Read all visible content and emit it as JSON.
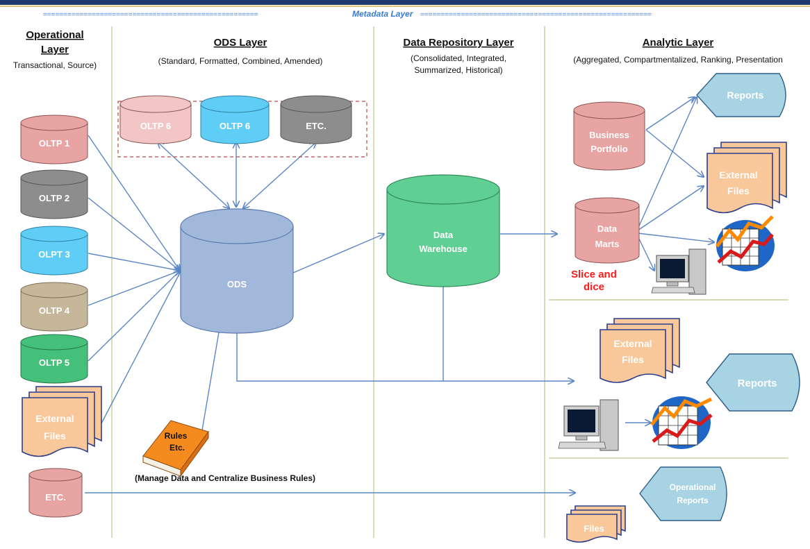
{
  "metadata_layer": {
    "label": "Metadata Layer",
    "dashes_left": "=====================================================",
    "dashes_right": "========================================================="
  },
  "columns": {
    "operational": {
      "title_line1": "Operational",
      "title_line2": "Layer",
      "subtitle": "Transactional, Source)"
    },
    "ods": {
      "title": "ODS Layer",
      "subtitle": "(Standard, Formatted, Combined, Amended)"
    },
    "repository": {
      "title": "Data Repository Layer",
      "subtitle_line1": "(Consolidated, Integrated,",
      "subtitle_line2": "Summarized, Historical)"
    },
    "analytic": {
      "title": "Analytic Layer",
      "subtitle": "(Aggregated, Compartmentalized, Ranking, Presentation"
    }
  },
  "sources": [
    {
      "label": "OLTP 1",
      "color": "#e8a3a3"
    },
    {
      "label": "OLTP 2",
      "color": "#8d8d8d"
    },
    {
      "label": "OLPT 3",
      "color": "#5fcdf5"
    },
    {
      "label": "OLTP 4",
      "color": "#c7b79a"
    },
    {
      "label": "OLTP 5",
      "color": "#45c07a"
    }
  ],
  "source_files": {
    "line1": "External",
    "line2": "Files"
  },
  "source_etc": {
    "label": "ETC."
  },
  "ods_group": [
    {
      "label": "OLTP 6",
      "color": "#f2c6c6"
    },
    {
      "label": "OLTP 6",
      "color": "#5fcdf5"
    },
    {
      "label": "ETC.",
      "color": "#8d8d8d"
    }
  ],
  "ods": {
    "label": "ODS"
  },
  "rules_book": {
    "line1": "Rules",
    "line2": "Etc."
  },
  "rules_caption": "(Manage Data and Centralize Business Rules)",
  "warehouse": {
    "line1": "Data",
    "line2": "Warehouse"
  },
  "analytic": {
    "portfolio": {
      "line1": "Business",
      "line2": "Portfolio"
    },
    "marts": {
      "line1": "Data",
      "line2": "Marts"
    },
    "slice": {
      "line1": "Slice and",
      "line2": "dice"
    },
    "reports_top": "Reports",
    "files_top": {
      "line1": "External",
      "line2": "Files"
    },
    "files_mid": {
      "line1": "External",
      "line2": "Files"
    },
    "reports_mid": "Reports",
    "op_reports": {
      "line1": "Operational",
      "line2": "Reports"
    },
    "files_bottom": "Files"
  },
  "colors": {
    "arrow": "#5b86c5",
    "divider": "#c7d2a2",
    "cyl_pink": "#e8a3a3",
    "ods_blue": "#a1b8da",
    "warehouse_green": "#5fcf93",
    "report_blue": "#a8d3e2",
    "file_orange": "#f8c79a",
    "metadata_blue": "#3a7bd0",
    "top_bar": "#1e3a70",
    "slice_red": "#ff1a1a"
  }
}
